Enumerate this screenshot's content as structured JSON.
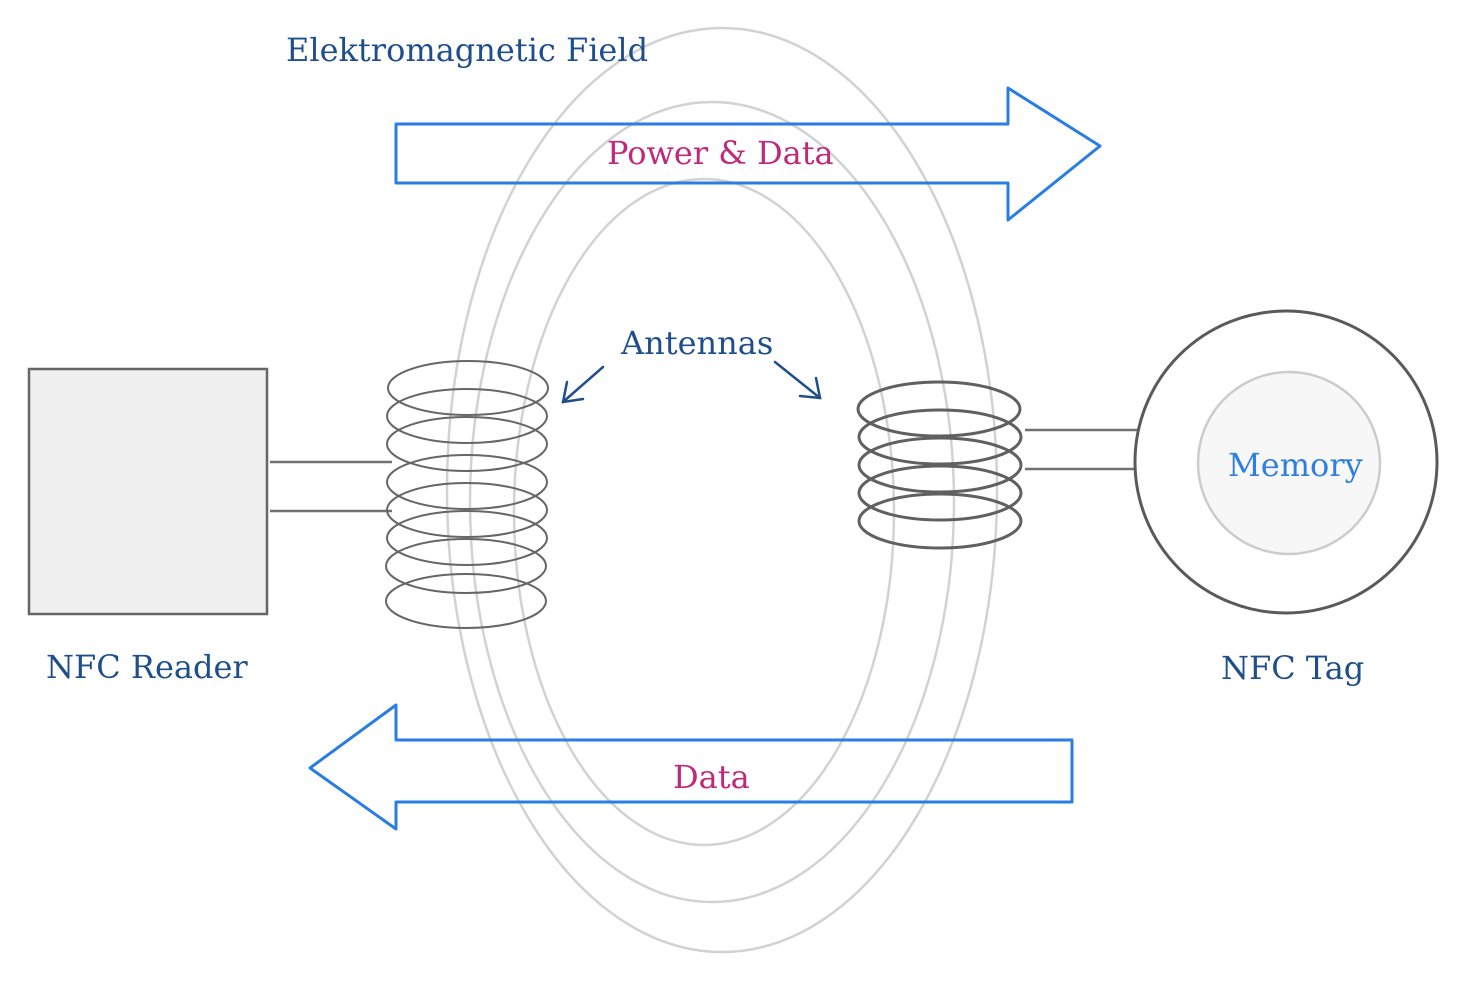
{
  "labels": {
    "field": "Elektromagnetic Field",
    "power_data": "Power & Data",
    "antennas": "Antennas",
    "reader": "NFC Reader",
    "tag": "NFC Tag",
    "memory": "Memory",
    "data": "Data"
  },
  "colors": {
    "title_text": "#1f4e8c",
    "flow_text": "#c0287a",
    "memory_text": "#2f7fe0",
    "arrow_stroke": "#2a7de1",
    "field_rings": "#d2d2d2",
    "coil_stroke": "#666666",
    "reader_fill": "#f0f0f0",
    "memory_fill": "#f7f7f7"
  }
}
